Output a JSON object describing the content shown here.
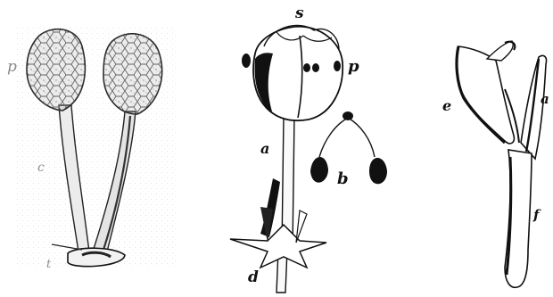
{
  "figure": {
    "colors": {
      "ink": "#111111",
      "faint_ink": "#8a8a8a",
      "stipple": "#b5b5b5",
      "paper": "#ffffff"
    },
    "panel_left": {
      "labels": {
        "p": "p",
        "c": "c",
        "t": "t"
      }
    },
    "panel_middle": {
      "labels": {
        "s": "s",
        "p": "p",
        "a": "a",
        "b": "b",
        "d": "d"
      }
    },
    "panel_right": {
      "labels": {
        "e": "e",
        "a": "a",
        "f": "f"
      }
    }
  }
}
